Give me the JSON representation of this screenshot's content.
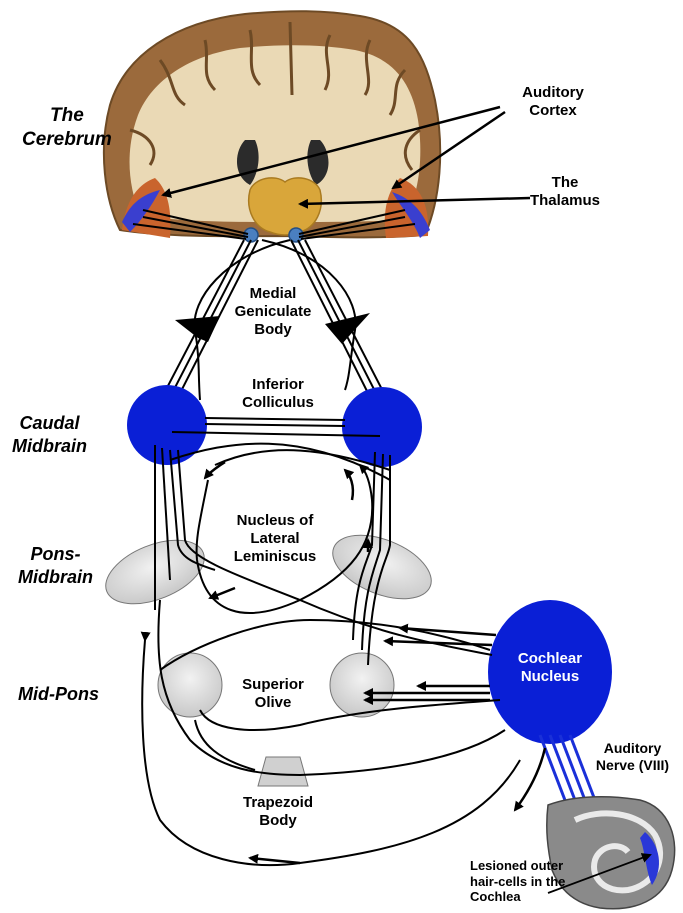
{
  "levels": {
    "cerebrum": "The\nCerebrum",
    "caudal_midbrain": "Caudal\nMidbrain",
    "pons_midbrain": "Pons-\nMidbrain",
    "mid_pons": "Mid-Pons"
  },
  "structures": {
    "auditory_cortex": "Auditory\nCortex",
    "thalamus": "The\nThalamus",
    "medial_geniculate_body": "Medial\nGeniculate\nBody",
    "inferior_colliculus": "Inferior\nColliculus",
    "nucleus_lateral_lemniscus": "Nucleus of\nLateral\nLeminiscus",
    "superior_olive": "Superior\nOlive",
    "cochlear_nucleus": "Cochlear\nNucleus",
    "auditory_nerve": "Auditory\nNerve (VIII)",
    "trapezoid_body": "Trapezoid\nBody",
    "lesioned_hair_cells": "Lesioned outer\nhair-cells in the\nCochlea"
  },
  "colors": {
    "nucleus_blue": "#0a1fd6",
    "cortex_blue": "#3a3fcf",
    "grey_nucleus": "#d9d9d9",
    "brain_tissue": "#e8d7b2",
    "thalamus_gold": "#d9a63a",
    "mgb_dot": "#4a7fc0"
  }
}
